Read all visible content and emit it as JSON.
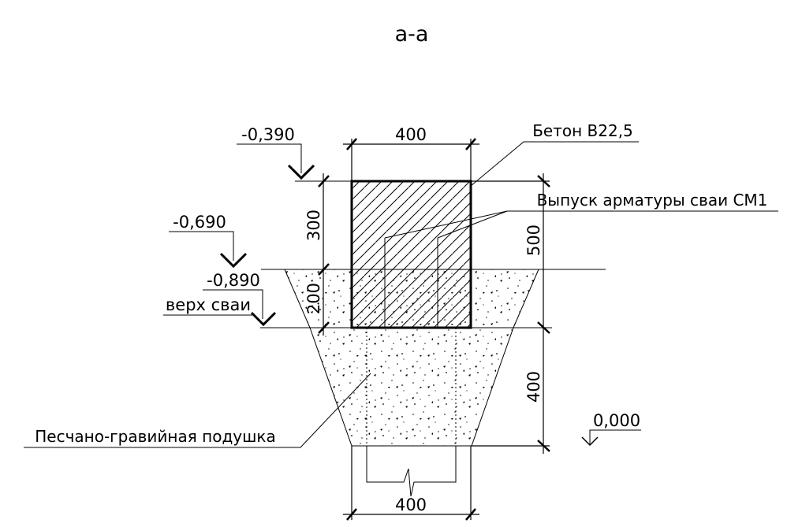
{
  "title": "а-а",
  "materials": {
    "concrete": "Бетон В22,5",
    "rebar": "Выпуск арматуры сваи СМ1",
    "cushion": "Песчано-гравийная подушка"
  },
  "elevations": {
    "top": "-0,390",
    "ground": "-0,690",
    "pile_top": "-0,890",
    "pile_top_note": "верх сваи",
    "zero": "0,000"
  },
  "dimensions": {
    "cap_width": "400",
    "pile_width": "400",
    "cap_above": "300",
    "cap_below": "200",
    "cap_right": "500",
    "cushion_depth": "400"
  }
}
